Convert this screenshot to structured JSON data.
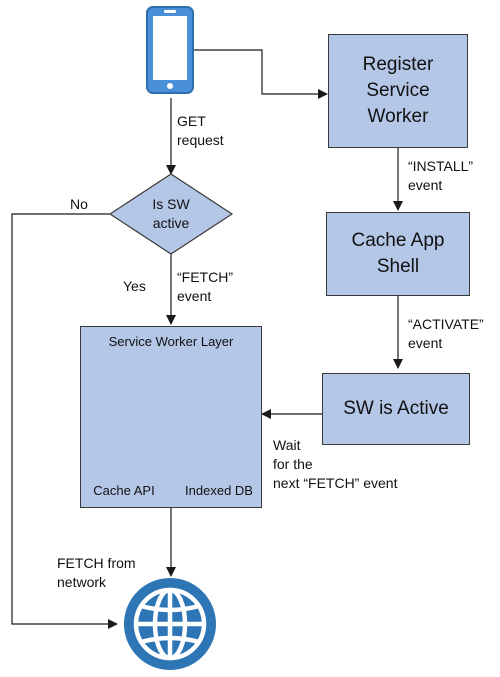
{
  "colors": {
    "box_fill": "#B4C7E7",
    "box_border": "#3B3B3B",
    "line": "#1A1A1A",
    "icon_blue": "#2E75B6",
    "db_dark": "#1F4E79",
    "phone_blue": "#4A90D9"
  },
  "boxes": {
    "register": "Register\nService\nWorker",
    "cache_shell": "Cache App\nShell",
    "sw_active": "SW is Active",
    "layer_title": "Service Worker Layer",
    "cache_api": "Cache API",
    "indexed_db": "Indexed DB"
  },
  "decision": {
    "text": "Is SW\nactive"
  },
  "labels": {
    "get_request": "GET\nrequest",
    "no": "No",
    "yes": "Yes",
    "fetch_event": "“FETCH”\nevent",
    "install_event": "“INSTALL”\nevent",
    "activate_event": "“ACTIVATE”\nevent",
    "wait": "Wait\nfor the\nnext “FETCH” event",
    "fetch_network": "FETCH from\nnetwork"
  },
  "icons": {
    "device": "smartphone-icon",
    "gears": "gears-icon",
    "db": "database-icon",
    "network": "globe-icon"
  }
}
